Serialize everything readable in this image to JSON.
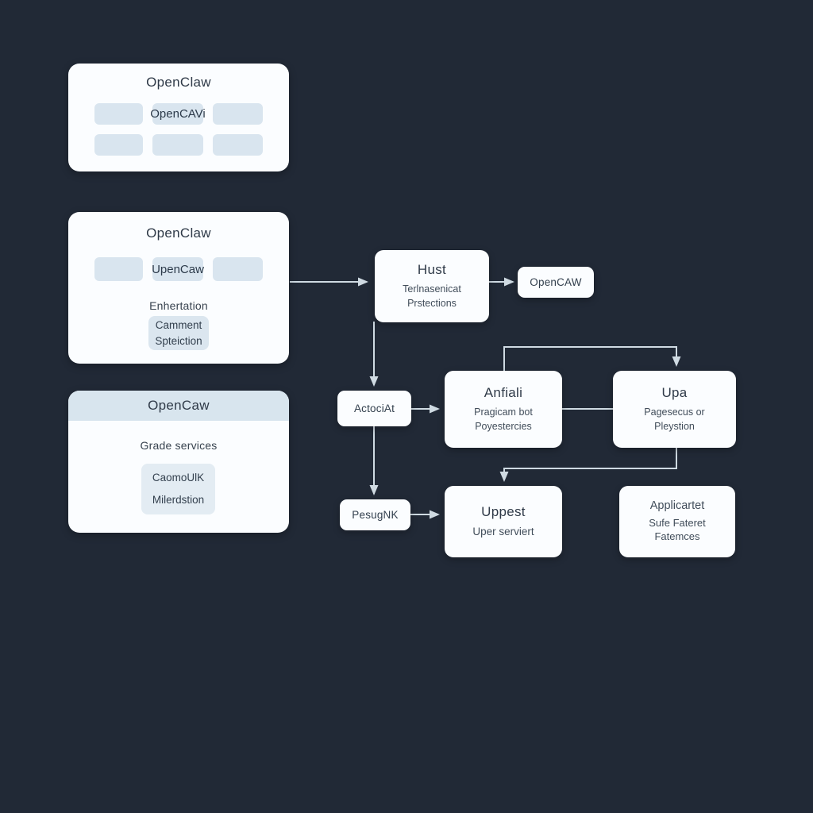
{
  "diagram": {
    "background_color": "#212936",
    "card_color": "#fbfdff",
    "chip_color": "#d9e5ef",
    "header_band_color": "#d8e5ee",
    "connector_color": "#cfdae2",
    "text_color": "#2f3a48"
  },
  "card1": {
    "title": "OpenClaw",
    "chip_label": "OpenCAVi"
  },
  "card2": {
    "title": "OpenClaw",
    "chip_label": "UpenCaw",
    "subtitle": "Enhertation",
    "chip2": [
      "Camment",
      "Spteiction"
    ]
  },
  "card3": {
    "title": "OpenCaw",
    "subtitle": "Grade services",
    "chip": [
      "CaomoUlK",
      "Milerdstion"
    ]
  },
  "nodes": {
    "hust": {
      "title": "Hust",
      "lines": [
        "Terlnasenicat",
        "Prstections"
      ]
    },
    "opencaw_small": {
      "label": "OpenCAW"
    },
    "actociat": {
      "label": "ActociAt"
    },
    "anfiali": {
      "title": "Anfiali",
      "lines": [
        "Pragicam bot",
        "Poyestercies"
      ]
    },
    "upa": {
      "title": "Upa",
      "lines": [
        "Pagesecus or",
        "Pleystion"
      ]
    },
    "pesugnk": {
      "label": "PesugNK"
    },
    "uppest": {
      "title": "Uppest",
      "lines": [
        "Uper serviert"
      ]
    },
    "applicartet": {
      "lines": [
        "Applicartet",
        "Sufe Fateret",
        "Fatemces"
      ]
    }
  }
}
